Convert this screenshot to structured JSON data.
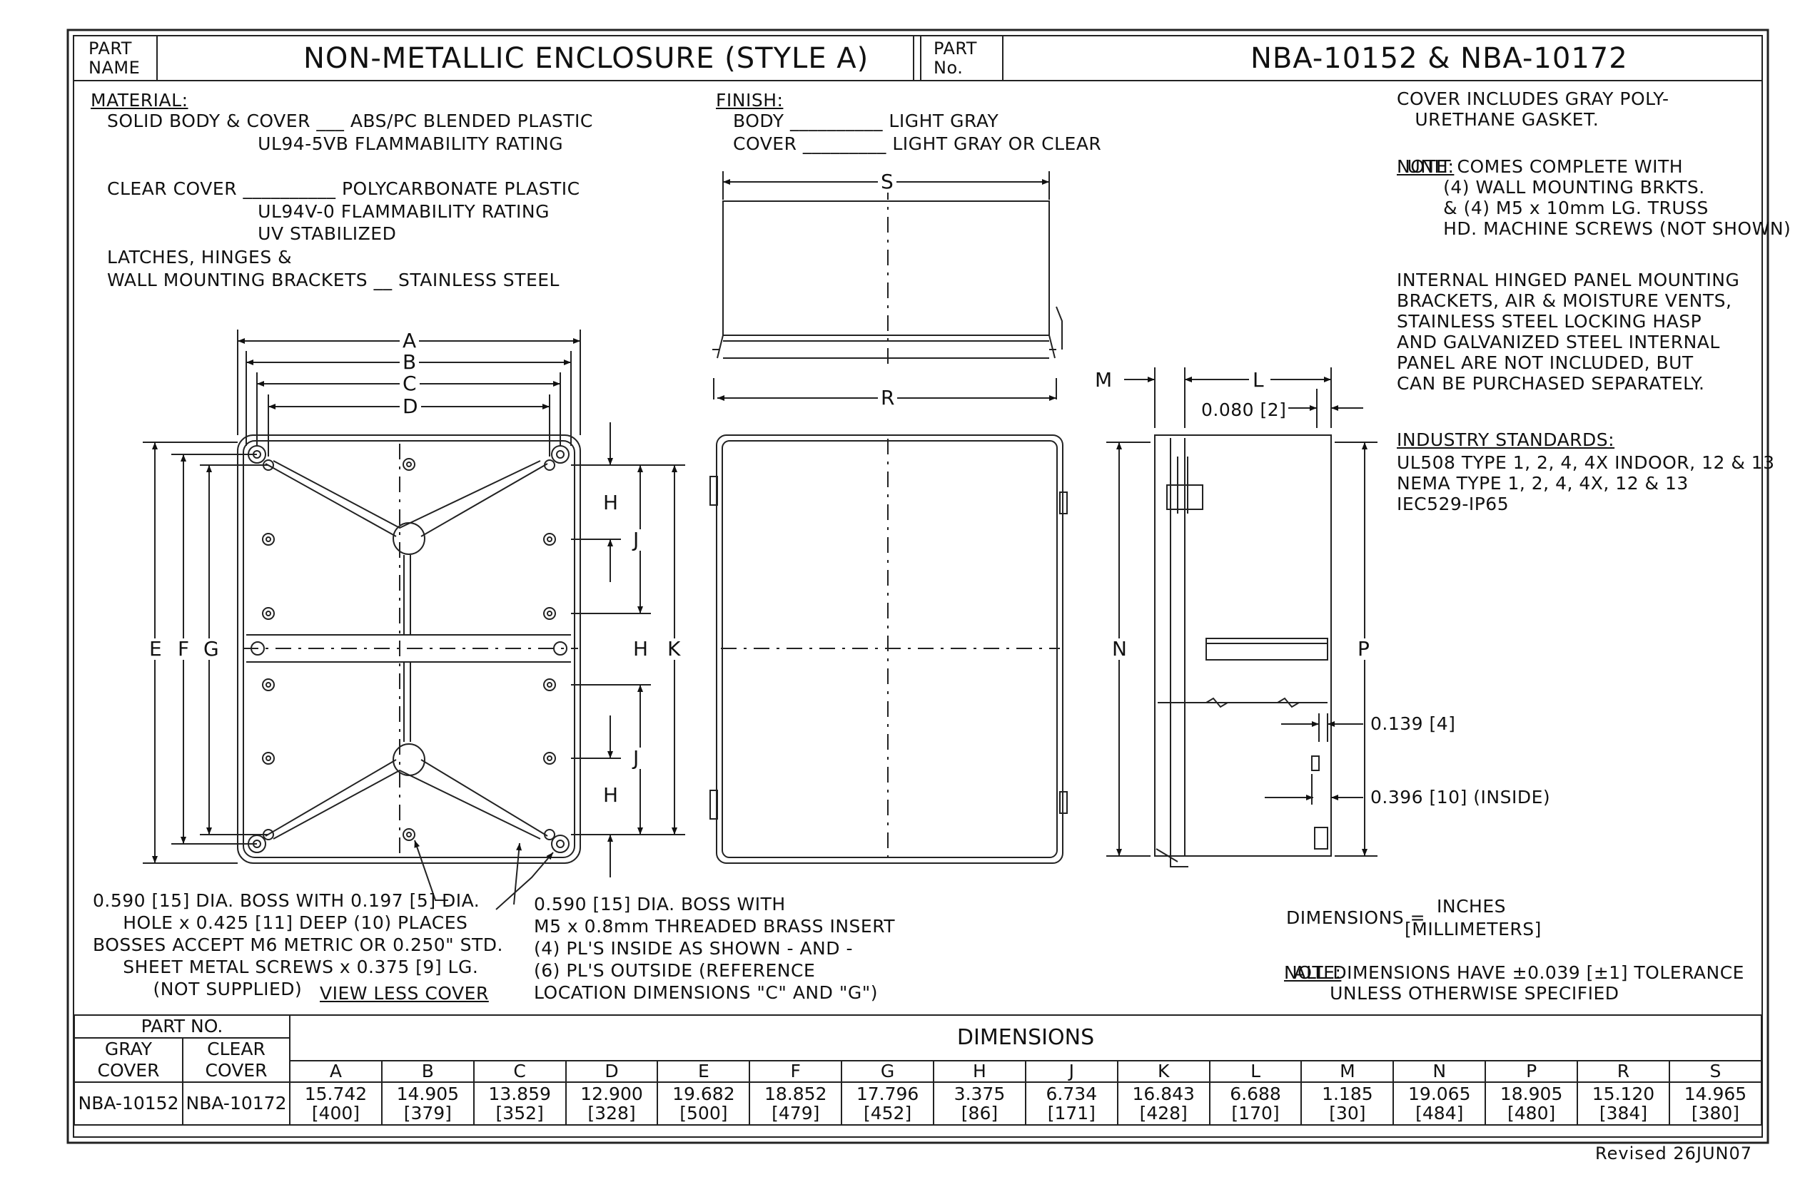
{
  "title_block": {
    "part_name_label": "PART\nNAME",
    "part_name": "NON-METALLIC ENCLOSURE (STYLE A)",
    "part_no_label": "PART\nNo.",
    "part_no": "NBA-10152 & NBA-10172"
  },
  "material": {
    "heading": "MATERIAL:",
    "lines": [
      "SOLID BODY & COVER ___ ABS/PC BLENDED PLASTIC",
      "                         UL94-5VB FLAMMABILITY RATING",
      "CLEAR COVER __________ POLYCARBONATE PLASTIC",
      "                         UL94V-0 FLAMMABILITY RATING",
      "                         UV STABILIZED",
      "LATCHES, HINGES &",
      "WALL MOUNTING BRACKETS __ STAINLESS STEEL"
    ]
  },
  "finish": {
    "heading": "FINISH:",
    "body": "BODY __________ LIGHT GRAY",
    "cover": "COVER _________ LIGHT GRAY OR CLEAR"
  },
  "right_notes": {
    "gasket": "COVER INCLUDES GRAY POLY-\n   URETHANE GASKET.",
    "note_label": "NOTE:",
    "note": " UNIT COMES COMPLETE WITH\n       (4) WALL MOUNTING BRKTS.\n       & (4) M5 x 10mm LG. TRUSS\n       HD. MACHINE SCREWS (NOT SHOWN)",
    "internal": "INTERNAL HINGED PANEL MOUNTING\nBRACKETS, AIR & MOISTURE VENTS,\nSTAINLESS STEEL LOCKING HASP\nAND GALVANIZED STEEL INTERNAL\nPANEL ARE NOT INCLUDED, BUT\nCAN BE PURCHASED SEPARATELY.",
    "standards_heading": "INDUSTRY STANDARDS:",
    "standards": "UL508 TYPE 1, 2, 4, 4X INDOOR, 12 & 13\nNEMA TYPE 1, 2, 4, 4X, 12 & 13\nIEC529-IP65"
  },
  "callouts": {
    "boss_left": "0.590 [15] DIA. BOSS WITH 0.197 [5] DIA.\n     HOLE x 0.425 [11] DEEP (10) PLACES\nBOSSES ACCEPT M6 METRIC OR 0.250\" STD.\n     SHEET METAL SCREWS x 0.375 [9] LG.\n          (NOT SUPPLIED)",
    "view_less_cover": "VIEW LESS COVER",
    "boss_right": "0.590 [15] DIA. BOSS WITH\nM5 x 0.8mm THREADED BRASS INSERT\n(4) PL'S INSIDE AS SHOWN - AND -\n(6) PL'S OUTSIDE (REFERENCE\nLOCATION DIMENSIONS \"C\" AND \"G\")",
    "wall_080": "0.080 [2]",
    "wall_139": "0.139 [4]",
    "wall_396": "0.396 [10] (INSIDE)"
  },
  "dim_units": {
    "prefix": "DIMENSIONS =",
    "inches": "INCHES",
    "mm": "[MILLIMETERS]",
    "note_label": "NOTE:",
    "note": " ALL DIMENSIONS HAVE ±0.039 [±1] TOLERANCE\n       UNLESS OTHERWISE SPECIFIED"
  },
  "letters": {
    "A": "A",
    "B": "B",
    "C": "C",
    "D": "D",
    "E": "E",
    "F": "F",
    "G": "G",
    "H": "H",
    "J": "J",
    "K": "K",
    "L": "L",
    "M": "M",
    "N": "N",
    "P": "P",
    "R": "R",
    "S": "S"
  },
  "table": {
    "part_no_header": "PART NO.",
    "gray_header": "GRAY\nCOVER",
    "clear_header": "CLEAR\nCOVER",
    "dimensions_header": "DIMENSIONS",
    "gray_part": "NBA-10152",
    "clear_part": "NBA-10172",
    "columns": [
      "A",
      "B",
      "C",
      "D",
      "E",
      "F",
      "G",
      "H",
      "J",
      "K",
      "L",
      "M",
      "N",
      "P",
      "R",
      "S"
    ],
    "inches": [
      "15.742",
      "14.905",
      "13.859",
      "12.900",
      "19.682",
      "18.852",
      "17.796",
      "3.375",
      "6.734",
      "16.843",
      "6.688",
      "1.185",
      "19.065",
      "18.905",
      "15.120",
      "14.965"
    ],
    "mm": [
      "[400]",
      "[379]",
      "[352]",
      "[328]",
      "[500]",
      "[479]",
      "[452]",
      "[86]",
      "[171]",
      "[428]",
      "[170]",
      "[30]",
      "[484]",
      "[480]",
      "[384]",
      "[380]"
    ]
  },
  "revised": "Revised 26JUN07"
}
